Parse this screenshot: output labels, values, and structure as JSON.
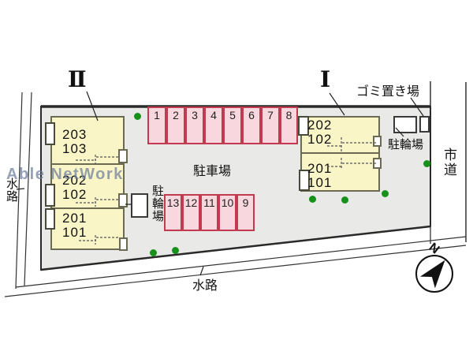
{
  "watermark": {
    "text": "Able NetWork",
    "color": "#6c7d9e"
  },
  "compass": {
    "north_label": "N"
  },
  "area_labels": {
    "parking_lot": "駐車場",
    "bicycle_parking_left": "駐輪場",
    "bicycle_parking_right": "駐輪場",
    "garbage_area": "ゴミ置き場",
    "city_road": "市道",
    "waterway_left": "水路",
    "waterway_bottom": "水路"
  },
  "buildings": {
    "left": {
      "label": "Ⅱ",
      "units": [
        {
          "upper": "203",
          "lower": "103"
        },
        {
          "upper": "202",
          "lower": "102"
        },
        {
          "upper": "201",
          "lower": "101"
        }
      ]
    },
    "right": {
      "label": "Ⅰ",
      "units": [
        {
          "upper": "202",
          "lower": "102"
        },
        {
          "upper": "201",
          "lower": "101"
        }
      ]
    }
  },
  "parking": {
    "row_top": [
      "1",
      "2",
      "3",
      "4",
      "5",
      "6",
      "7",
      "8"
    ],
    "row_bottom": [
      "13",
      "12",
      "11",
      "10",
      "9"
    ]
  },
  "colors": {
    "site_fill": "#e9e9e7",
    "building_fill": "#faf5c6",
    "building_border": "#6b6b54",
    "parking_fill": "#f8d8de",
    "parking_border": "#c23a50",
    "tree_green": "#18911b",
    "line_black": "#2a2a2a"
  }
}
